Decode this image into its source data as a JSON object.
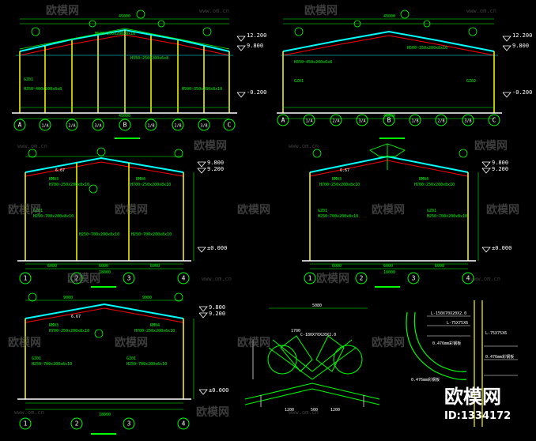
{
  "drawing_1": {
    "elev_top": "12.200",
    "elev_eave": "9.800",
    "elev_ground": "-0.200",
    "axes": [
      "A",
      "1/A",
      "2/A",
      "3/A",
      "B",
      "1/B",
      "2/B",
      "3/B",
      "C"
    ],
    "total_dim": "45000",
    "member_labels": [
      "H500~250x200x8x10",
      "H350~250x200x6x8",
      "GZ01",
      "H350~400x200x6x8",
      "H500~350x200x8x10"
    ]
  },
  "drawing_2": {
    "elev_top": "12.200",
    "elev_eave": "9.800",
    "elev_ground": "-0.200",
    "axes": [
      "A",
      "1/A",
      "2/A",
      "3/A",
      "B",
      "1/B",
      "2/B",
      "3/B",
      "C"
    ],
    "total_dim": "45000",
    "member_labels": [
      "H500~350x200x8x10",
      "H350~450x200x6x8",
      "GZ01",
      "GZ02"
    ]
  },
  "drawing_3": {
    "elev_top": "9.800",
    "elev_eave": "9.200",
    "elev_ground": "±0.000",
    "axes": [
      "1",
      "2",
      "3",
      "4"
    ],
    "spans": [
      "6000",
      "6000",
      "6000"
    ],
    "total_dim": "18000",
    "slope": "6.67",
    "member_labels": [
      "RM03",
      "H700~250x200x8x10",
      "RM04",
      "H700~250x200x8x10",
      "GZ01",
      "H250~700x200x8x10",
      "H250~700x200x8x10",
      "H250~700x200x8x10"
    ]
  },
  "drawing_4": {
    "elev_top": "9.800",
    "elev_eave": "9.200",
    "elev_ground": "±0.000",
    "axes": [
      "1",
      "2",
      "3",
      "4"
    ],
    "spans": [
      "6000",
      "6000",
      "6000"
    ],
    "total_dim": "18000",
    "slope": "6.67",
    "member_labels": [
      "RM03",
      "H700~250x200x8x10",
      "RM04",
      "H700~250x200x8x10",
      "GZ01",
      "H250~700x200x8x10",
      "GZ01",
      "H250~700x200x8x10"
    ]
  },
  "drawing_5": {
    "elev_top": "9.800",
    "elev_eave": "9.200",
    "elev_ground": "±0.000",
    "axes": [
      "1",
      "2",
      "3",
      "4"
    ],
    "spans": [
      "9000",
      "9000"
    ],
    "total_dim": "18000",
    "slope": "6.67",
    "member_labels": [
      "RM03",
      "H700~250x200x8x10",
      "RM04",
      "H700~250x200x6x10",
      "GZ01",
      "H250~700x200x6x10",
      "GZ01",
      "H250~700x200x6x10"
    ]
  },
  "detail_1": {
    "dims": [
      "5080",
      "1700",
      "1200",
      "500",
      "1200"
    ],
    "labels": [
      "C-180X70X20X2.0"
    ]
  },
  "detail_2": {
    "labels": [
      "L-150X70X20X2.0",
      "L-75X75X6",
      "L-75X75X6",
      "0.476mm彩钢板",
      "0.476mm彩钢板",
      "0.476mm彩钢板"
    ]
  },
  "watermark": {
    "site": "www.om.cn",
    "brand": "欧模网"
  },
  "brand_badge": {
    "name": "欧模网",
    "id": "ID:1334172"
  },
  "colors": {
    "background": "#000000",
    "text_green": "#00ff00",
    "text_white": "#ffffff",
    "column_yellow": "#ffff00",
    "frame_cyan": "#00ffff",
    "stroke_red": "#ff0000",
    "axis_circle": "#ffffff"
  }
}
